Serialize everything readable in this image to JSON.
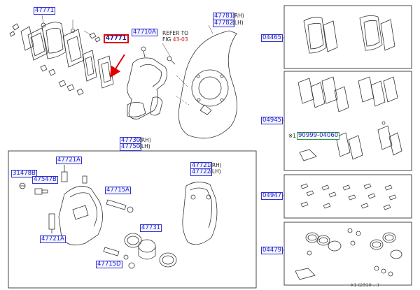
{
  "parts": {
    "p47771_top": "47771",
    "p47771_highlight": "47771",
    "p47710A": "47710A",
    "p47781": "47781",
    "p47782": "47782",
    "p47730": "47730",
    "p47750": "47750",
    "p47721A_top": "47721A",
    "p47721A_bottom": "47721A",
    "p31478B": "31478B",
    "p47547B": "47547B",
    "p47715A": "47715A",
    "p47721": "47721",
    "p47722": "47722",
    "p47731": "47731",
    "p47715D": "47715D",
    "p90999": "90999-04060"
  },
  "suffix": {
    "rh": "(RH)",
    "lh": "(LH)"
  },
  "refer": {
    "line1": "REFER TO",
    "fig_prefix": "FIG ",
    "fig_num": "43-03"
  },
  "side_refs": [
    "04465",
    "04945",
    "04947",
    "04479"
  ],
  "marks": {
    "note_mark": "※1"
  },
  "footnote": "※1 (2310 ...)"
}
